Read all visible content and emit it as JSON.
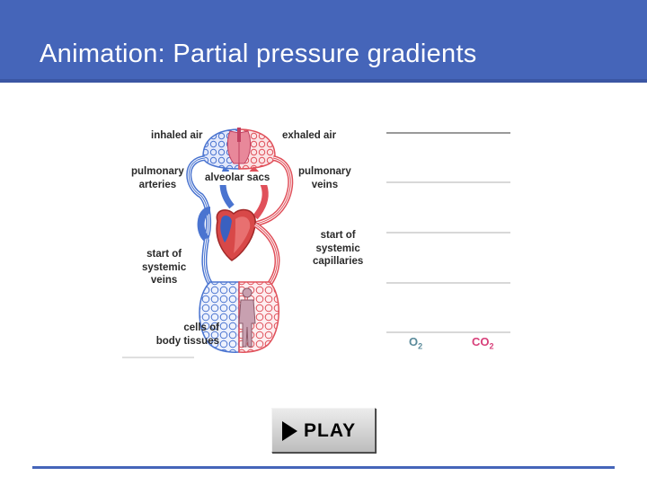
{
  "slide": {
    "title": "Animation: Partial pressure gradients"
  },
  "diagram": {
    "labels": {
      "inhaled_air": "inhaled air",
      "exhaled_air": "exhaled air",
      "pulmonary_arteries": [
        "pulmonary",
        "arteries"
      ],
      "alveolar_sacs": "alveolar sacs",
      "pulmonary_veins": [
        "pulmonary",
        "veins"
      ],
      "start_systemic_capillaries": [
        "start of",
        "systemic",
        "capillaries"
      ],
      "start_systemic_veins": [
        "start of",
        "systemic",
        "veins"
      ],
      "cells_body_tissues": [
        "cells of",
        "body tissues"
      ]
    },
    "legend": {
      "o2": {
        "base": "O",
        "sub": "2",
        "color": "#5a8a9a"
      },
      "co2": {
        "base": "CO",
        "sub": "2",
        "color": "#d8407a"
      }
    },
    "colors": {
      "oxygenated": "#e0505a",
      "deoxygenated": "#4a74d0",
      "heart": "#d84848"
    }
  },
  "controls": {
    "play_label": "PLAY"
  },
  "theme": {
    "header_bg": "#4565b9",
    "rule": "#4565b9"
  }
}
